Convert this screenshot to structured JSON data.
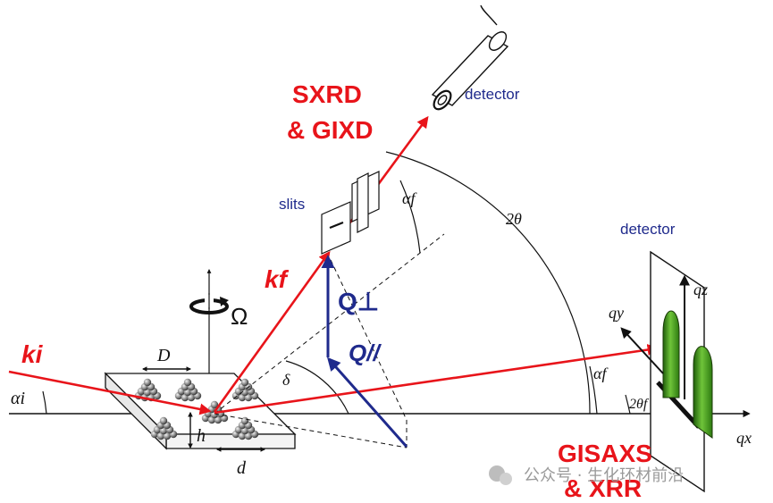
{
  "labels": {
    "sxrd_line1": "SXRD",
    "sxrd_line2": "& GIXD",
    "detector_top": "detector",
    "detector_right": "detector",
    "slits": "slits",
    "alpha_f_upper": "αf",
    "two_theta": "2θ",
    "kf": "kf",
    "q_perp": "Q⊥",
    "q_par": "Q//",
    "omega": "Ω",
    "ki": "ki",
    "alpha_i": "αi",
    "D": "D",
    "h": "h",
    "d": "d",
    "delta": "δ",
    "alpha_f_lower": "αf",
    "two_theta_f": "2θf",
    "qy": "qy",
    "qz": "qz",
    "qx": "qx",
    "gisaxs_line1": "GISAXS",
    "gisaxs_line2": "& XRR"
  },
  "watermark": "公众号 · 生化环材前沿",
  "colors": {
    "beam": "#e8141a",
    "q_vector": "#1f2a8c",
    "detector_peaks": "#3a9a12"
  }
}
